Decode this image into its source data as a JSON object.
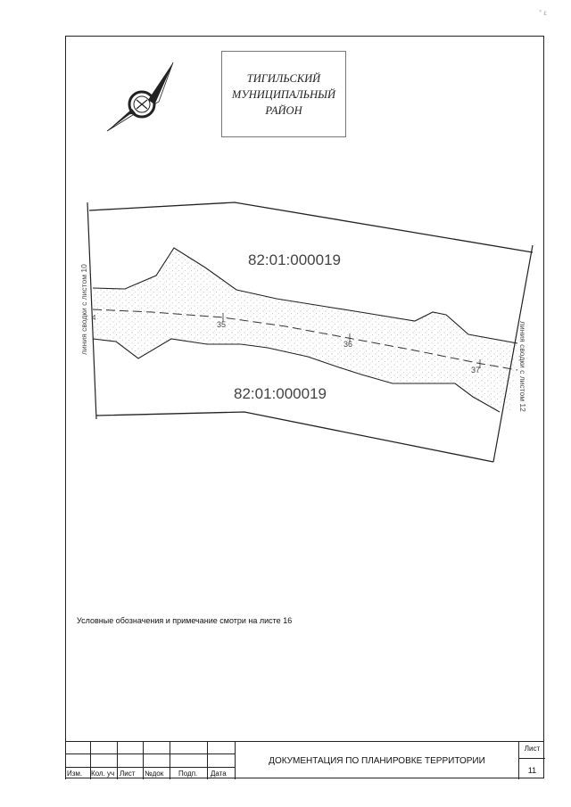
{
  "district": {
    "line1": "ТИГИЛЬСКИЙ",
    "line2": "МУНИЦИПАЛЬНЫЙ",
    "line3": "РАЙОН"
  },
  "map": {
    "parcel_top": "82:01:000019",
    "parcel_bottom": "82:01:000019",
    "match_left": "линия сводки с листом 10",
    "match_right": "линия сводки с листом 12",
    "stations": [
      "4",
      "35",
      "36",
      "37"
    ]
  },
  "note": "Условные обозначения и примечание смотри на листе 16",
  "stamp": {
    "labels": [
      "Изм.",
      "Кол. уч",
      "Лист",
      "№док",
      "Подп.",
      "Дата"
    ],
    "title": "ДОКУМЕНТАЦИЯ ПО ПЛАНИРОВКЕ ТЕРРИТОРИИ",
    "sheet_label": "Лист",
    "sheet_number": "11"
  }
}
